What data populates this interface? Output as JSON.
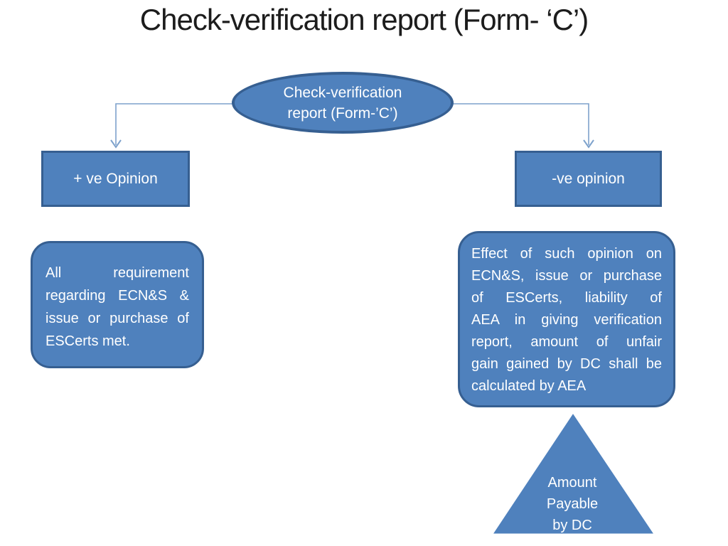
{
  "title": "Check-verification report (Form- ‘C’)",
  "colors": {
    "background": "#ffffff",
    "title_text": "#1c1c1c",
    "shape_fill": "#4f81bd",
    "shape_border": "#365f91",
    "connector": "#7ea2cc",
    "text_on_shape": "#ffffff"
  },
  "diagram": {
    "root": {
      "lines": [
        "Check-verification",
        "report (Form-’C’)"
      ]
    },
    "positive_box": {
      "label": "+ ve Opinion"
    },
    "negative_box": {
      "label": "-ve opinion"
    },
    "positive_detail": {
      "lines": [
        "All requirement",
        "regarding ECN&S &",
        "issue or purchase of",
        "ESCerts met."
      ]
    },
    "negative_detail": {
      "lines": [
        "Effect of such opinion on",
        "ECN&S, issue or purchase",
        "of ESCerts, liability of",
        "AEA in giving verification",
        "report, amount of unfair",
        "gain gained by DC shall be",
        "calculated by AEA"
      ]
    },
    "triangle": {
      "lines": [
        "Amount",
        "Payable",
        "by DC"
      ]
    }
  }
}
